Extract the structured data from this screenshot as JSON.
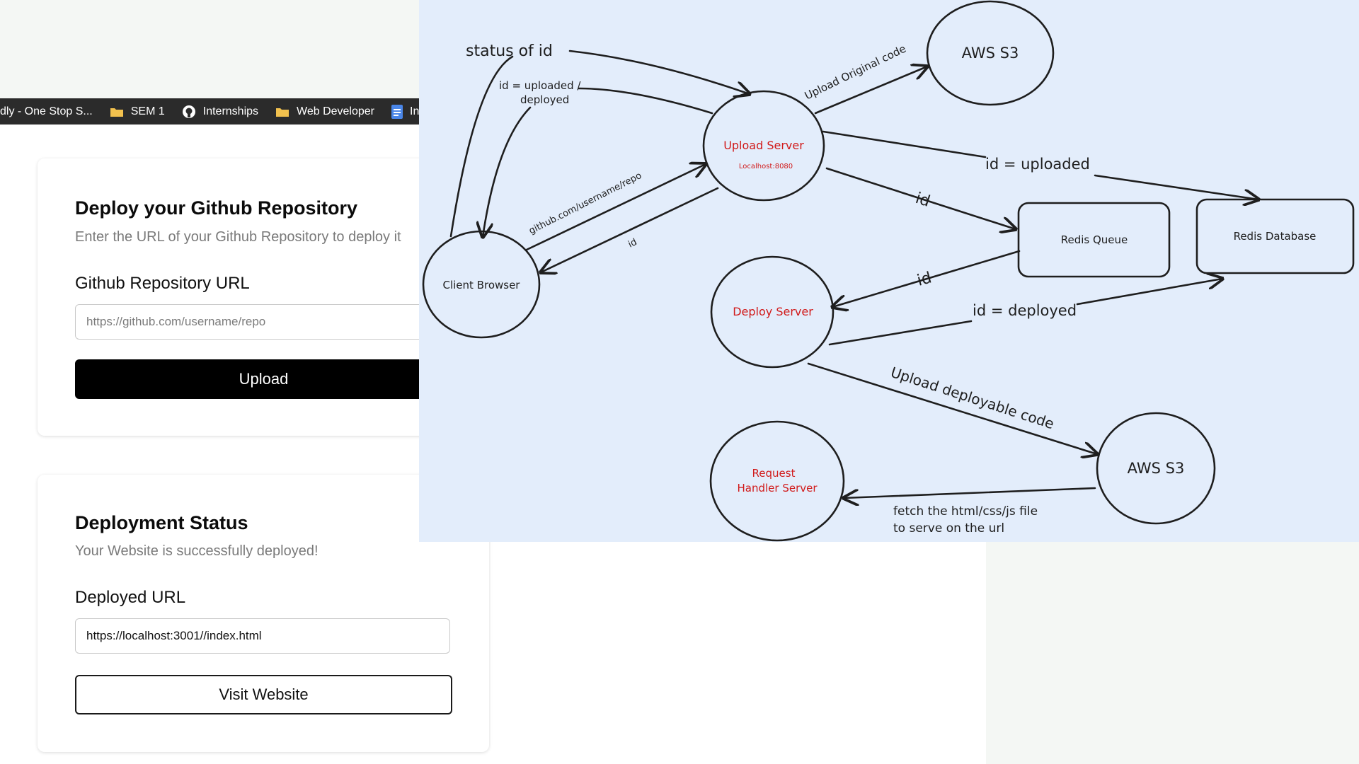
{
  "bookmarks": [
    {
      "label": "dly - One Stop S...",
      "icon": "site-favicon-icon"
    },
    {
      "label": "SEM 1",
      "icon": "folder-icon"
    },
    {
      "label": "Internships",
      "icon": "github-icon"
    },
    {
      "label": "Web Developer",
      "icon": "folder-icon"
    },
    {
      "label": "Int",
      "icon": "google-docs-icon"
    }
  ],
  "deploy_card": {
    "title": "Deploy your Github Repository",
    "subtitle": "Enter the URL of your Github Repository to deploy it",
    "field_label": "Github Repository URL",
    "input_value": "",
    "input_placeholder": "https://github.com/username/repo",
    "button_label": "Upload"
  },
  "status_card": {
    "title": "Deployment Status",
    "subtitle": "Your Website is successfully deployed!",
    "field_label": "Deployed URL",
    "input_value": "https://localhost:3001//index.html",
    "button_label": "Visit Website"
  },
  "diagram": {
    "nodes": {
      "aws_s3_top": "AWS S3",
      "upload_server": "Upload Server",
      "upload_server_sub": "Localhost:8080",
      "client_browser": "Client Browser",
      "redis_queue": "Redis Queue",
      "redis_database": "Redis Database",
      "deploy_server": "Deploy Server",
      "aws_s3_bottom": "AWS S3",
      "request_handler_line1": "Request",
      "request_handler_line2": "Handler Server"
    },
    "edge_labels": {
      "status_of_id": "status of id",
      "id_uploaded_deployed_line1": "id = uploaded /",
      "id_uploaded_deployed_line2": "deployed",
      "upload_original_code": "Upload Original code",
      "github_url": "github.com/username/repo",
      "id_return": "id",
      "id_uploaded": "id = uploaded",
      "id_to_queue": "id",
      "id_from_queue": "id",
      "id_deployed": "id = deployed",
      "upload_deployable_code": "Upload deployable code",
      "fetch_line1": "fetch the html/css/js file",
      "fetch_line2": "to serve on the url"
    },
    "colors": {
      "red_nodes": "#d11a1a",
      "ink": "#1e1e1e",
      "background": "#e3edfb"
    }
  }
}
